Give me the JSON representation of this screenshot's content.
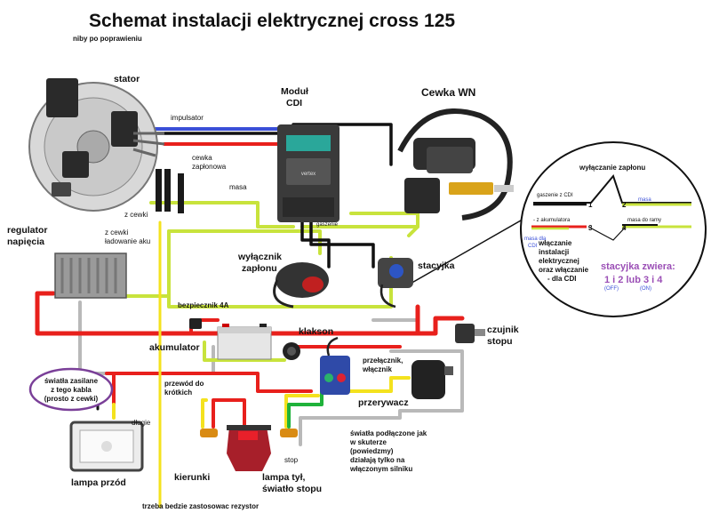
{
  "title": "Schemat instalacji elektrycznej cross 125",
  "subtitle": "niby po poprawieniu",
  "components": {
    "stator": "stator",
    "modul_l1": "Moduł",
    "modul_l2": "CDI",
    "cewka_wn": "Cewka WN",
    "regulator_l1": "regulator",
    "regulator_l2": "napięcia",
    "wylacznik_l1": "wyłącznik",
    "wylacznik_l2": "zapłonu",
    "stacyjka": "stacyjka",
    "bezpiecznik": "bezpiecznik 4A",
    "akumulator": "akumulator",
    "klakson": "klakson",
    "czujnik_l1": "czujnik",
    "czujnik_l2": "stopu",
    "przelacznik_l1": "przełącznik,",
    "przelacznik_l2": "włącznik",
    "przerywacz": "przerywacz",
    "lampa_przod": "lampa przód",
    "kierunki": "kierunki",
    "lampa_tyl_l1": "lampa tył,",
    "lampa_tyl_l2": "światło stopu"
  },
  "wire_labels": {
    "impulsator": "impulsator",
    "cewka_zaplonowa_l1": "cewka",
    "cewka_zaplonowa_l2": "zapłonowa",
    "masa": "masa",
    "z_cewki": "z cewki",
    "z_cewki_ladowanie_l1": "z cewki",
    "z_cewki_ladowanie_l2": "ładowanie aku",
    "gaszenie": "gaszenie",
    "przewod_l1": "przewód do",
    "przewod_l2": "krótkich",
    "dlugie": "długie",
    "stop": "stop",
    "rezystor": "trzeba bedzie zastosowac rezystor"
  },
  "notes": {
    "swiatla_l1": "światła zasilane",
    "swiatla_l2": "z tego kabla",
    "swiatla_l3": "(prosto z cewki)",
    "skuter_l1": "światła podłączone jak",
    "skuter_l2": "w skuterze",
    "skuter_l3": "(powiedzmy)",
    "skuter_l4": "działają tylko na",
    "skuter_l5": "włączonym silniku"
  },
  "detail": {
    "title": "wyłączanie zapłonu",
    "gaszenie_z_cdi": "gaszenie z CDI",
    "masa": "masa",
    "z_akumulatora": "- z akumulatora",
    "masa_dla_cdi_l1": "masa dla",
    "masa_dla_cdi_l2": "CDI",
    "masa_do_ramy": "masa do ramy",
    "n1": "1",
    "n2": "2",
    "n3": "3",
    "n4": "4",
    "desc_l1": "włączanie",
    "desc_l2": "instalacji",
    "desc_l3": "elektrycznej",
    "desc_l4": "oraz włączanie",
    "desc_l5": "- dla CDI",
    "zwiera_title": "stacyjka zwiera:",
    "zwiera_values": "1 i 2 lub 3 i 4",
    "off": "(OFF)",
    "on": "(ON)"
  },
  "colors": {
    "red": "#e8201c",
    "yellow_green": "#c8e33c",
    "yellow": "#f4e21e",
    "green": "#1fb23a",
    "blue": "#3a4fd8",
    "black": "#111111",
    "grey": "#b9b9b9",
    "purple_note": "#7a3f98"
  }
}
